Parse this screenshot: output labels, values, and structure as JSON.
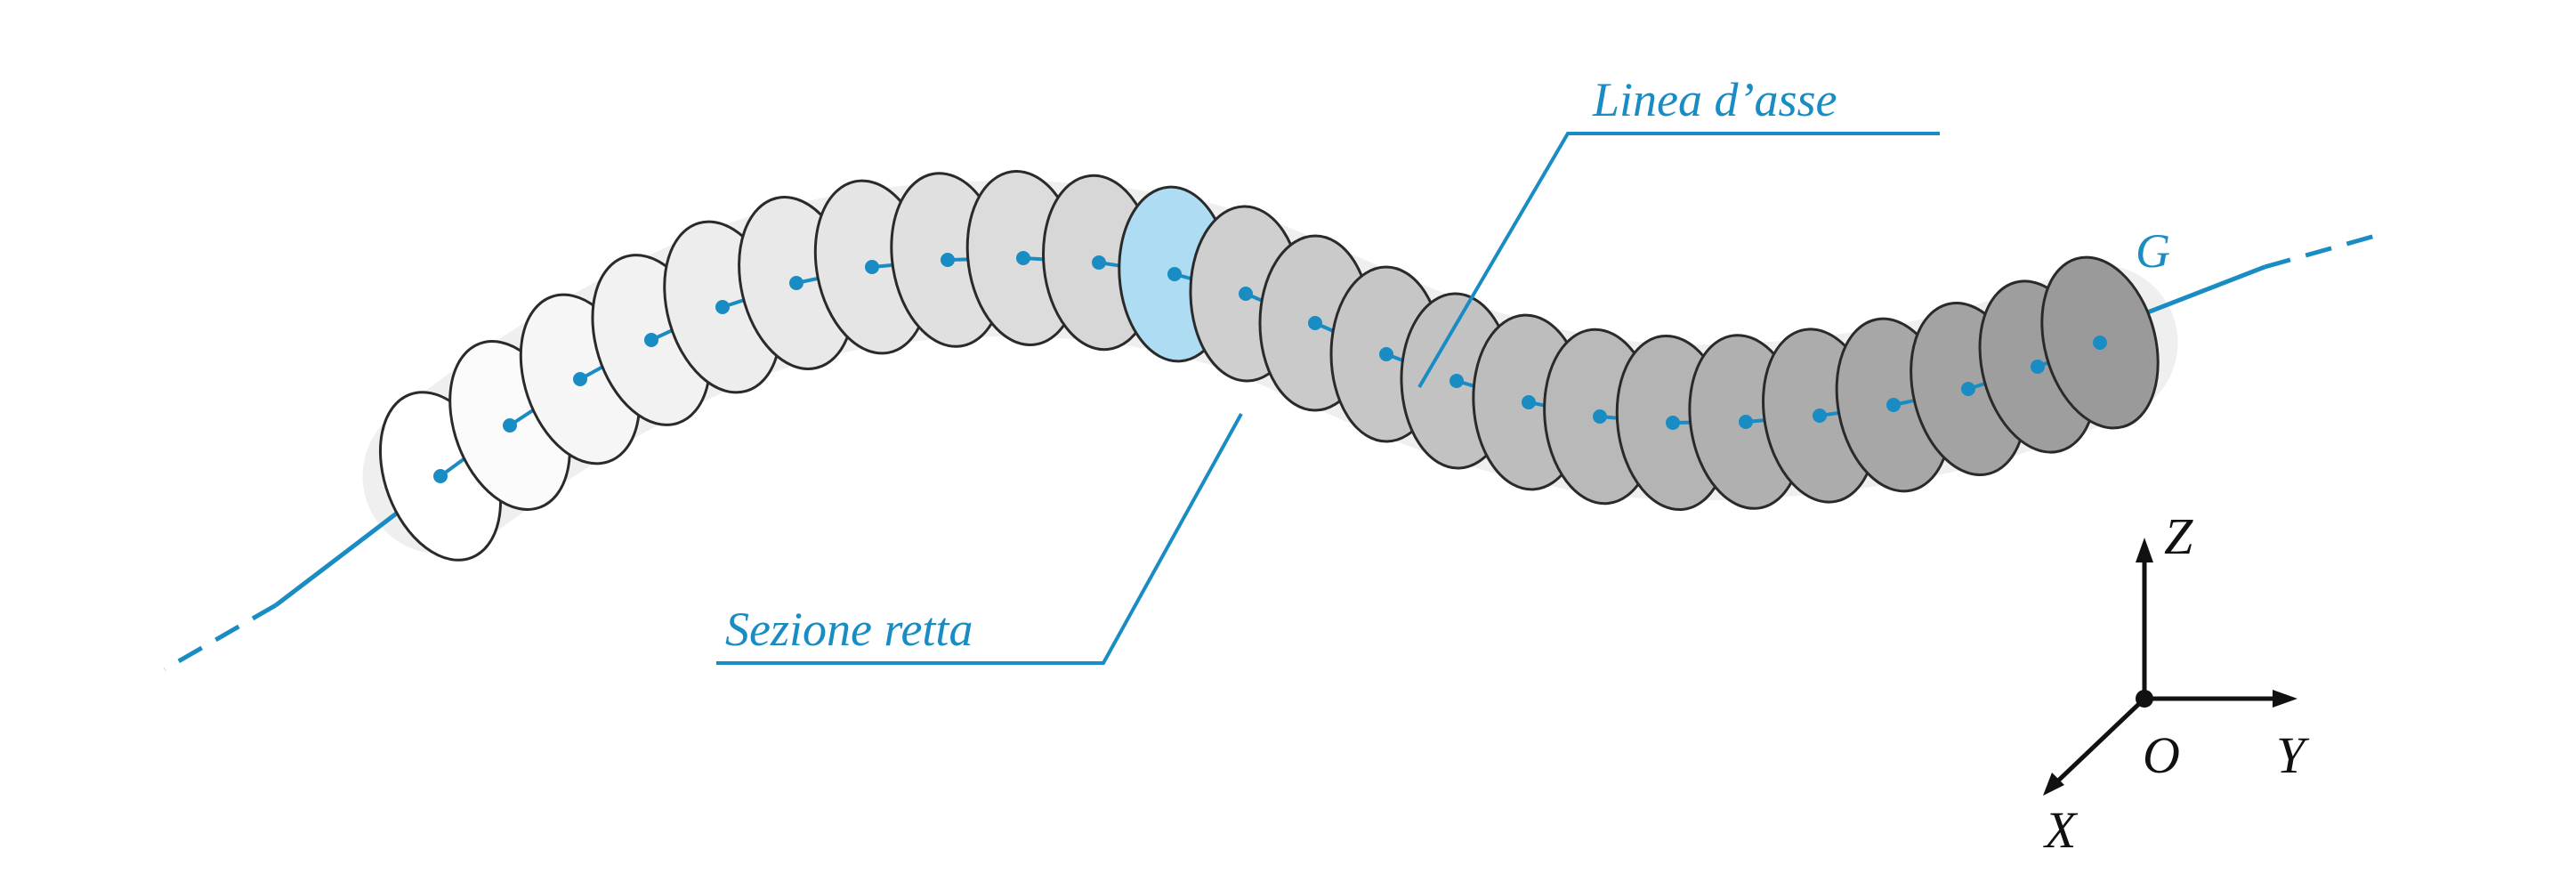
{
  "labels": {
    "axis_line": "Linea d’asse",
    "cross_section": "Sezione retta",
    "centroid": "G"
  },
  "axes": {
    "z": "Z",
    "y": "Y",
    "x": "X",
    "origin": "O"
  },
  "colors": {
    "axis_blue": "#1a8cc4",
    "highlight_fill": "#aedcf2",
    "outline": "#2a2a2a",
    "tube_shadow": "#efefef",
    "axes_black": "#111111",
    "section_start_fill": "#ffffff",
    "section_end_fill": "#9a9a9a"
  }
}
